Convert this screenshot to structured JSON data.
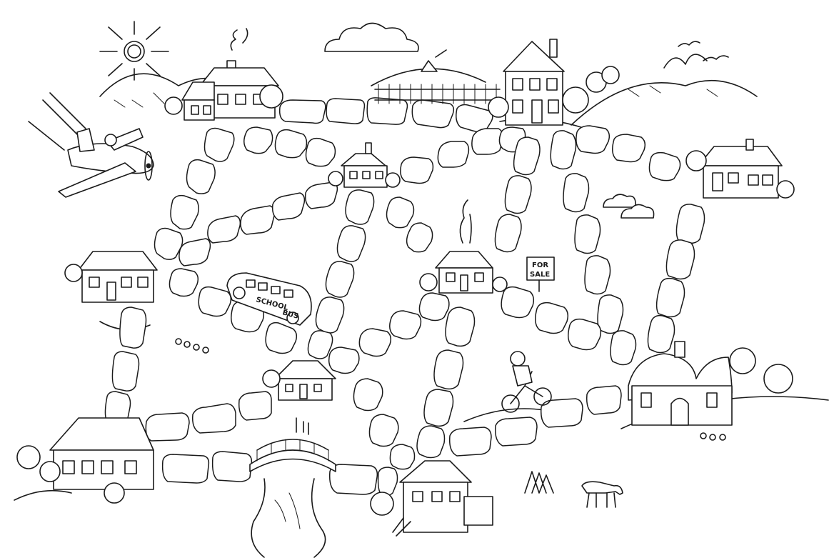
{
  "signs": {
    "for_sale_line1": "FOR",
    "for_sale_line2": "SALE",
    "bus_line1": "SCHOOL",
    "bus_line2": "BUS"
  },
  "palette": {
    "ink": "#1a1a1a",
    "paper": "#ffffff"
  },
  "icons": [
    "sun-icon",
    "cloud-icon",
    "bird-icon",
    "airplane-icon",
    "school-bus-icon",
    "bicycle-rider-icon",
    "horse-icon",
    "bridge-icon",
    "tree-icon",
    "house-icon"
  ]
}
